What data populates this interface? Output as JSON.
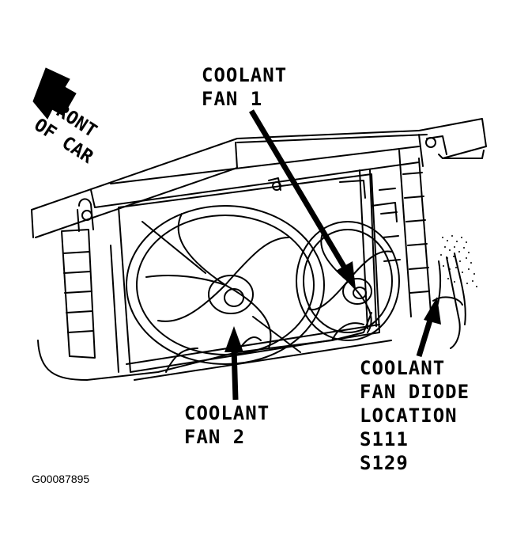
{
  "orientation": {
    "line1": "FRONT",
    "line2": "OF CAR",
    "icon": "arrow-up-left-icon"
  },
  "callouts": {
    "fan1": {
      "line1": "COOLANT",
      "line2": "FAN 1"
    },
    "fan2": {
      "line1": "COOLANT",
      "line2": "FAN 2"
    },
    "diode": {
      "line1": "COOLANT",
      "line2": "FAN DIODE",
      "line3": "LOCATION",
      "line4": "S111",
      "line5": "S129"
    }
  },
  "figure_id": "G00087895",
  "colors": {
    "ink": "#000000",
    "paper": "#ffffff"
  }
}
